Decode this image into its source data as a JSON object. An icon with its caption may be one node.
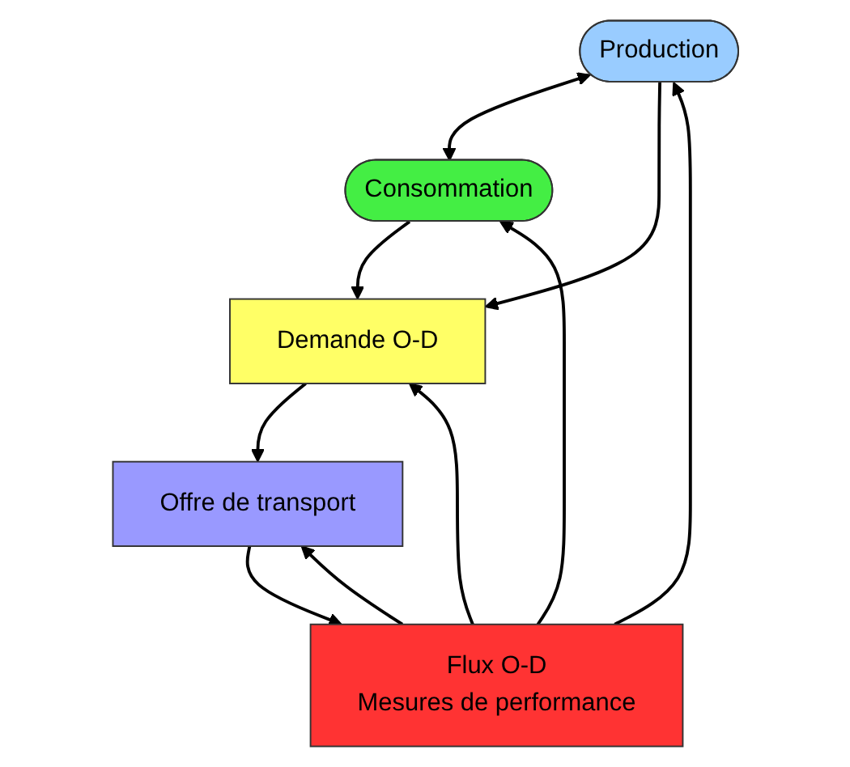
{
  "diagram": {
    "nodes": [
      {
        "text": [
          "Production"
        ]
      },
      {
        "text": [
          "Consommation"
        ]
      },
      {
        "text": [
          "Demande O-D"
        ]
      },
      {
        "text": [
          "Offre de transport"
        ]
      },
      {
        "text": [
          "Flux O-D",
          "Mesures de performance"
        ]
      }
    ],
    "edges": [
      {
        "from": 0,
        "to": 1,
        "arrow": "both"
      },
      {
        "from": 0,
        "to": 2,
        "arrow": "to"
      },
      {
        "from": 1,
        "to": 2,
        "arrow": "to"
      },
      {
        "from": 2,
        "to": 3,
        "arrow": "to"
      },
      {
        "from": 4,
        "to": 2,
        "arrow": "to"
      },
      {
        "from": 4,
        "to": 1,
        "arrow": "to"
      },
      {
        "from": 4,
        "to": 3,
        "arrow": "to"
      },
      {
        "from": 3,
        "to": 4,
        "arrow": "to"
      },
      {
        "from": 4,
        "to": 0,
        "arrow": "to"
      }
    ]
  }
}
